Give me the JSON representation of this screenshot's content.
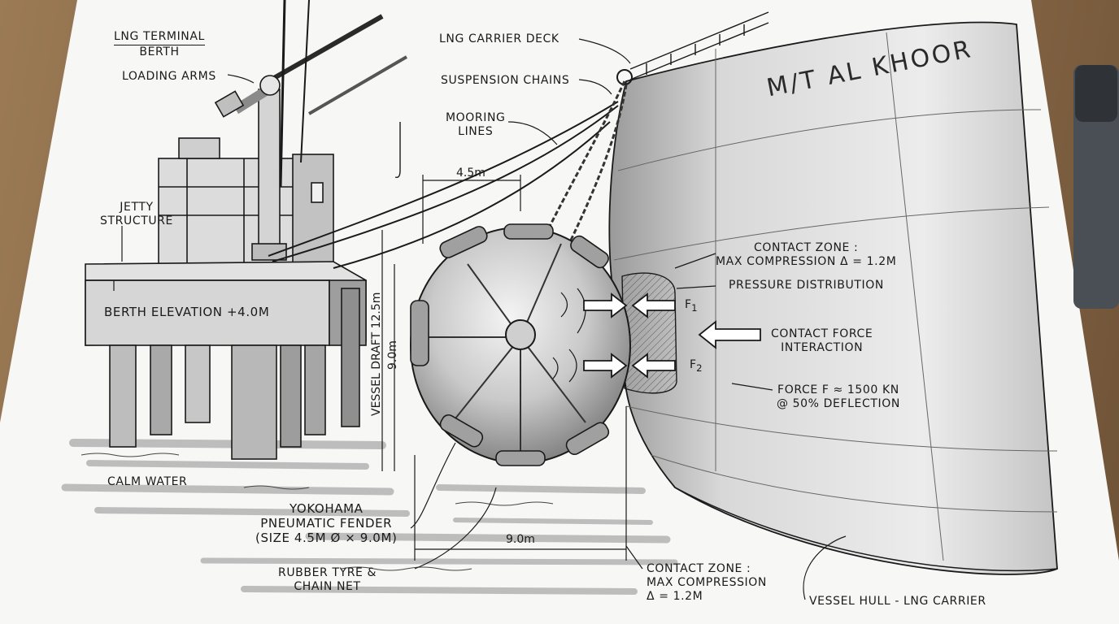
{
  "vessel_name": "M/T AL KHOOR",
  "labels": {
    "terminal_line1": "LNG TERMINAL",
    "terminal_line2": "BERTH",
    "loading_arms": "LOADING ARMS",
    "jetty_line1": "JETTY",
    "jetty_line2": "STRUCTURE",
    "berth_elevation": "BERTH ELEVATION +4.0m",
    "calm_water": "CALM WATER",
    "carrier_deck": "LNG CARRIER DECK",
    "suspension_chains": "SUSPENSION CHAINS",
    "mooring_line1": "MOORING",
    "mooring_line2": "LINES",
    "contact_zone_top_line1": "CONTACT ZONE :",
    "contact_zone_top_line2": "MAX COMPRESSION Δ = 1.2m",
    "pressure_distribution": "PRESSURE DISTRIBUTION",
    "contact_force_line1": "CONTACT FORCE",
    "contact_force_line2": "INTERACTION",
    "force_line1": "FORCE F ≈ 1500 kN",
    "force_line2": "@ 50% DEFLECTION",
    "fender_line1": "YOKOHAMA",
    "fender_line2": "PNEUMATIC FENDER",
    "fender_line3": "(SIZE 4.5m Ø × 9.0m)",
    "tyre_line1": "RUBBER TYRE &",
    "tyre_line2": "CHAIN NET",
    "contact_zone_bottom_line1": "CONTACT ZONE :",
    "contact_zone_bottom_line2": "MAX COMPRESSION",
    "contact_zone_bottom_line3": "Δ = 1.2m",
    "hull": "VESSEL HULL - LNG CARRIER"
  },
  "dimensions": {
    "fender_diameter": "4.5m",
    "fender_length": "9.0m",
    "vessel_draft": "VESSEL DRAFT 12.5m",
    "draft_inner": "9.0m"
  },
  "forces": {
    "f1": "F",
    "f1_sub": "1",
    "f2": "F",
    "f2_sub": "2"
  },
  "colors": {
    "paper": "#f7f7f5",
    "ink": "#1a1a1a",
    "marker_gray": "#b5b5b5",
    "wood": "#8a6a4a"
  }
}
